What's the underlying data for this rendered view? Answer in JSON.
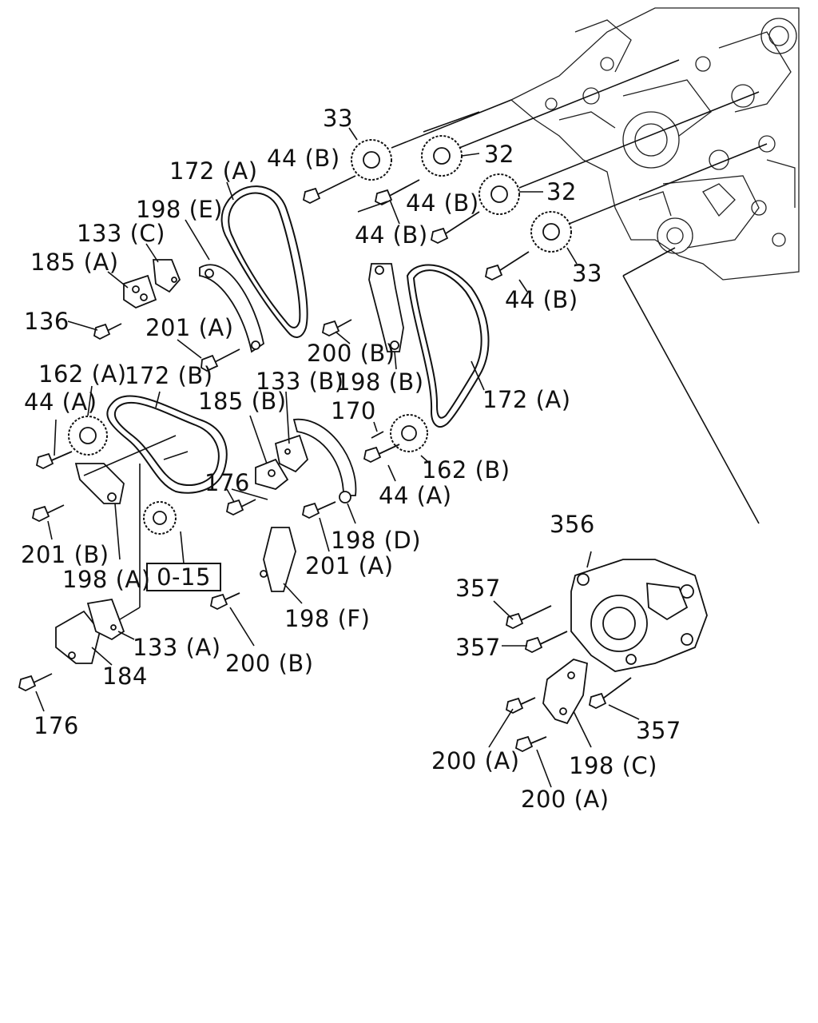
{
  "labels": {
    "l33a": "33",
    "l33b": "33",
    "l32a": "32",
    "l32b": "32",
    "l44b_1": "44 (B)",
    "l44b_2": "44 (B)",
    "l44b_3": "44 (B)",
    "l44b_4": "44 (B)",
    "l172a_1": "172 (A)",
    "l172a_2": "172 (A)",
    "l172b": "172 (B)",
    "l198e": "198 (E)",
    "l198b": "198 (B)",
    "l198d": "198 (D)",
    "l198a": "198 (A)",
    "l198f": "198 (F)",
    "l198c": "198 (C)",
    "l133c": "133 (C)",
    "l133b": "133 (B)",
    "l133a": "133 (A)",
    "l185a": "185 (A)",
    "l185b": "185 (B)",
    "l136": "136",
    "l201a_1": "201 (A)",
    "l201a_2": "201 (A)",
    "l201b": "201 (B)",
    "l200b_1": "200 (B)",
    "l200b_2": "200 (B)",
    "l162a": "162 (A)",
    "l162b": "162 (B)",
    "l44a_1": "44 (A)",
    "l44a_2": "44 (A)",
    "l170": "170",
    "l176_1": "176",
    "l176_2": "176",
    "l184": "184",
    "l356": "356",
    "l357_1": "357",
    "l357_2": "357",
    "l357_3": "357",
    "l200a_1": "200 (A)",
    "l200a_2": "200 (A)"
  },
  "reference_box": "0-15"
}
